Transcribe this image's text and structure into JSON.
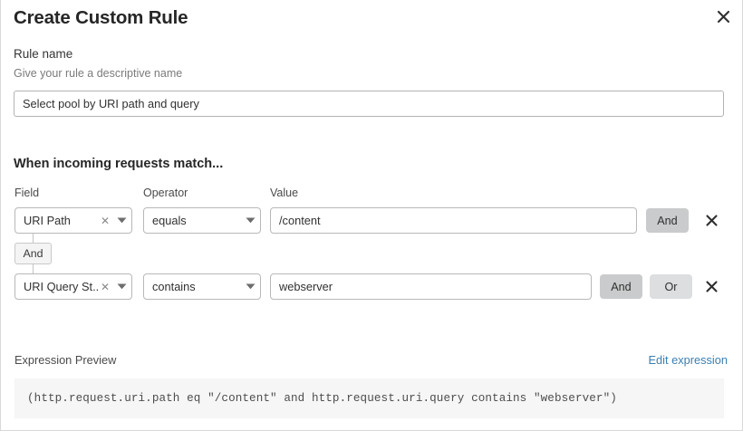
{
  "modal": {
    "title": "Create Custom Rule",
    "close_icon": "close-icon"
  },
  "rule_name": {
    "label": "Rule name",
    "help": "Give your rule a descriptive name",
    "value": "Select pool by URI path and query",
    "placeholder": "Select pool by URI path and query"
  },
  "match_section": {
    "heading": "When incoming requests match...",
    "columns": {
      "field": "Field",
      "operator": "Operator",
      "value": "Value"
    },
    "connector_badge": "And",
    "rows": [
      {
        "field": "URI Path",
        "field_clear_icon": "clear-icon",
        "field_chevron_icon": "chevron-down-icon",
        "operator": "equals",
        "operator_chevron_icon": "chevron-down-icon",
        "value": "/content",
        "value_placeholder": "/content",
        "buttons": [
          "And"
        ],
        "delete_icon": "delete-icon"
      },
      {
        "field": "URI Query St...",
        "field_clear_icon": "clear-icon",
        "field_chevron_icon": "chevron-down-icon",
        "operator": "contains",
        "operator_chevron_icon": "chevron-down-icon",
        "value": "webserver",
        "value_placeholder": "webserver",
        "buttons": [
          "And",
          "Or"
        ],
        "delete_icon": "delete-icon"
      }
    ]
  },
  "expression_preview": {
    "label": "Expression Preview",
    "edit_link": "Edit expression",
    "expression": "(http.request.uri.path eq \"/content\" and http.request.uri.query contains \"webserver\")"
  },
  "colors": {
    "link": "#3b7fb0",
    "button_active": "#c9cbcc",
    "button_inactive": "#dcdedf",
    "expression_bg": "#f6f6f6",
    "border": "#b8b8b8"
  }
}
